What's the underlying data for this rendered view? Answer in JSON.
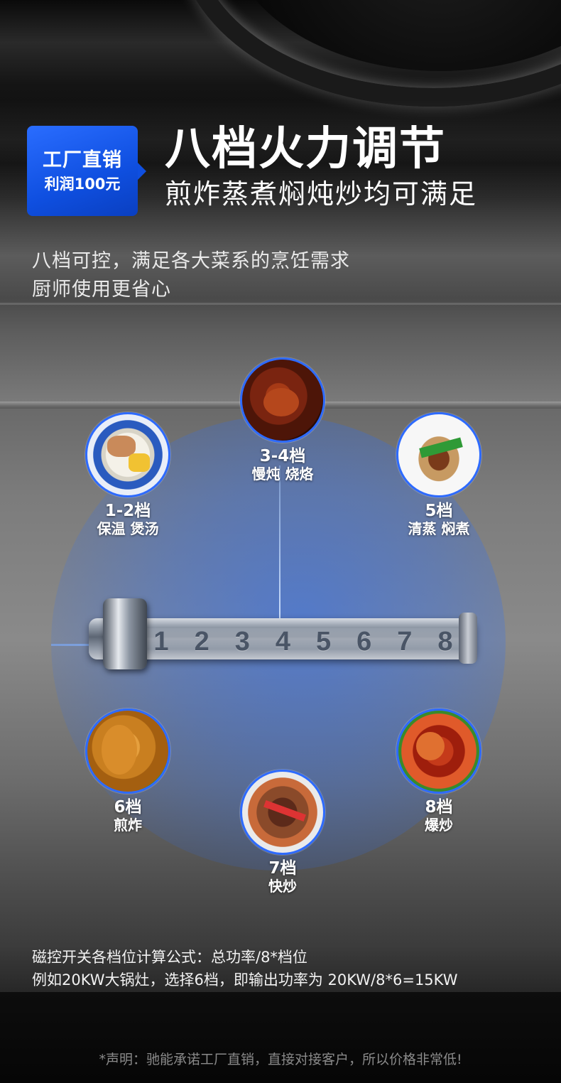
{
  "badge": {
    "line1": "工厂直销",
    "line2": "利润100元",
    "color": "#1a5cf0"
  },
  "header": {
    "title": "八档火力调节",
    "subtitle": "煎炸蒸煮焖炖炒均可满足"
  },
  "intro": {
    "line1": "八档可控，满足各大菜系的烹饪需求",
    "line2": "厨师使用更省心"
  },
  "dishes": [
    {
      "level": "1-2档",
      "name": "保温 煲汤",
      "icon": "soup-bowl-image"
    },
    {
      "level": "3-4档",
      "name": "慢炖 烧烙",
      "icon": "braised-pork-image"
    },
    {
      "level": "5档",
      "name": "清蒸 焖煮",
      "icon": "steamed-fish-image"
    },
    {
      "level": "6档",
      "name": "煎炸",
      "icon": "fried-chicken-image"
    },
    {
      "level": "7档",
      "name": "快炒",
      "icon": "stir-fry-beef-image"
    },
    {
      "level": "8档",
      "name": "爆炒",
      "icon": "spicy-stir-fry-image"
    }
  ],
  "switch": {
    "numbers": [
      "1",
      "2",
      "3",
      "4",
      "5",
      "6",
      "7",
      "8"
    ],
    "highlighted": "4"
  },
  "formula": {
    "line1": "磁控开关各档位计算公式：总功率/8*档位",
    "line2": "例如20KW大锅灶，选择6档，即输出功率为 20KW/8*6=15KW"
  },
  "footer": {
    "disclaimer": "*声明：驰能承诺工厂直销，直接对接客户，所以价格非常低!"
  },
  "colors": {
    "accent_blue": "#2e6bff",
    "text_white": "#ffffff",
    "disclaimer_gray": "#8a8a8a"
  }
}
